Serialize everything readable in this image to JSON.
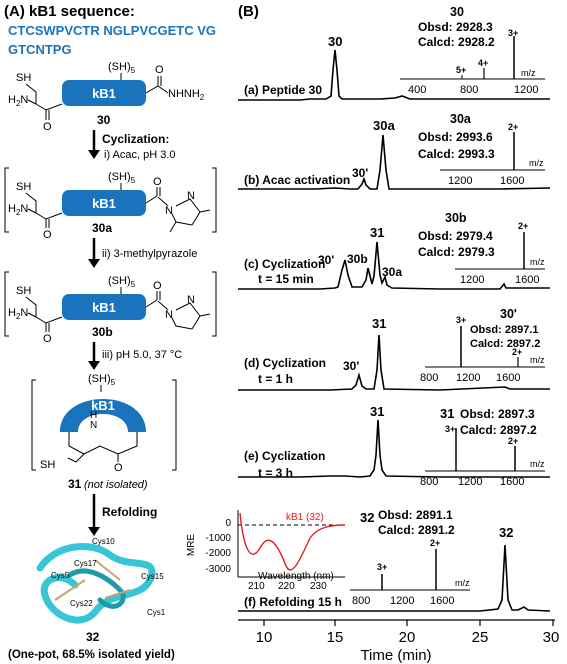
{
  "panel_a": {
    "title": "(A) kB1 sequence:",
    "seq_line1": "CTCSWPVCTR NGLPVCGETC VG",
    "seq_line2": "GTCNTPG",
    "kb1": "kB1",
    "sh5": "(SH)",
    "sh5_sub": "5",
    "sh": "SH",
    "h2n": "H",
    "h2n_sub": "2",
    "h2n_n": "N",
    "hydrazide": "NHNH",
    "hydrazide_sub": "2",
    "o": "O",
    "n": "N",
    "h": "H",
    "compound_30": "30",
    "compound_30a": "30a",
    "compound_30b": "30b",
    "compound_31": "31",
    "not_isolated": "(not isolated)",
    "step_cyclization": "Cyclization:",
    "step_i": "i) Acac, pH 3.0",
    "step_ii": "ii) 3-methylpyrazole",
    "step_iii": "iii) pH 5.0, 37 °C",
    "step_refolding": "Refolding",
    "cys_labels": [
      "Cys10",
      "Cys17",
      "Cys15",
      "Cys5",
      "Cys22",
      "Cys1"
    ],
    "compound_32": "32",
    "yield": "(One-pot, 68.5% isolated yield)"
  },
  "panel_b": {
    "title": "(B)",
    "x_axis_label": "Time (min)",
    "x_ticks": [
      10,
      15,
      20,
      25,
      30
    ],
    "traces": [
      {
        "label": "(a) Peptide 30",
        "peak_label": "30"
      },
      {
        "label": "(b) Acac activation",
        "peak_label": "30a",
        "minor_label": "30'"
      },
      {
        "label": "(c) Cyclization",
        "label2": "t =  15 min",
        "peak_labels": [
          "31",
          "30'",
          "30b",
          "30a"
        ]
      },
      {
        "label": "(d) Cyclization",
        "label2": "t =  1 h",
        "peak_labels": [
          "31",
          "30'"
        ]
      },
      {
        "label": "(e) Cyclization",
        "label2": "t =  3 h",
        "peak_label": "31"
      },
      {
        "label": "(f) Refolding 15 h",
        "peak_label": "32"
      }
    ],
    "ms_insets": [
      {
        "compound": "30",
        "obsd": "2928.3",
        "calcd": "2928.2",
        "charges": [
          "5+",
          "4+",
          "3+"
        ],
        "x_ticks": [
          "400",
          "800",
          "1200"
        ],
        "unit": "m/z"
      },
      {
        "compound": "30a",
        "obsd": "2993.6",
        "calcd": "2993.3",
        "charges": [
          "2+"
        ],
        "x_ticks": [
          "1200",
          "1600"
        ],
        "unit": "m/z"
      },
      {
        "compound": "30b",
        "obsd": "2979.4",
        "calcd": "2979.3",
        "charges": [
          "2+"
        ],
        "x_ticks": [
          "1200",
          "1600"
        ],
        "unit": "m/z"
      },
      {
        "compound": "30'",
        "obsd": "2897.1",
        "calcd": "2897.2",
        "charges": [
          "3+",
          "2+"
        ],
        "x_ticks": [
          "800",
          "1200",
          "1600"
        ],
        "unit": "m/z"
      },
      {
        "compound": "31",
        "obsd": "2897.3",
        "calcd": "2897.2",
        "charges": [
          "3+",
          "2+"
        ],
        "x_ticks": [
          "800",
          "1200",
          "1600"
        ],
        "unit": "m/z"
      },
      {
        "compound": "32",
        "obsd": "2891.1",
        "calcd": "2891.2",
        "charges": [
          "3+",
          "2+"
        ],
        "x_ticks": [
          "800",
          "1200",
          "1600"
        ],
        "unit": "m/z"
      }
    ],
    "obsd_prefix": "Obsd: ",
    "calcd_prefix": "Calcd: ",
    "cd_inset": {
      "ylabel": "MRE",
      "xlabel": "Wavelength (nm)",
      "legend": "kB1 (32)",
      "y_ticks": [
        "0",
        "-1000",
        "-2000",
        "-3000"
      ],
      "x_ticks": [
        "210",
        "220",
        "230"
      ]
    }
  },
  "colors": {
    "accent_blue": "#1a74bd",
    "sequence_blue": "#1a74bd",
    "cd_red": "#e02020",
    "ribbon": "#38c6d6"
  }
}
